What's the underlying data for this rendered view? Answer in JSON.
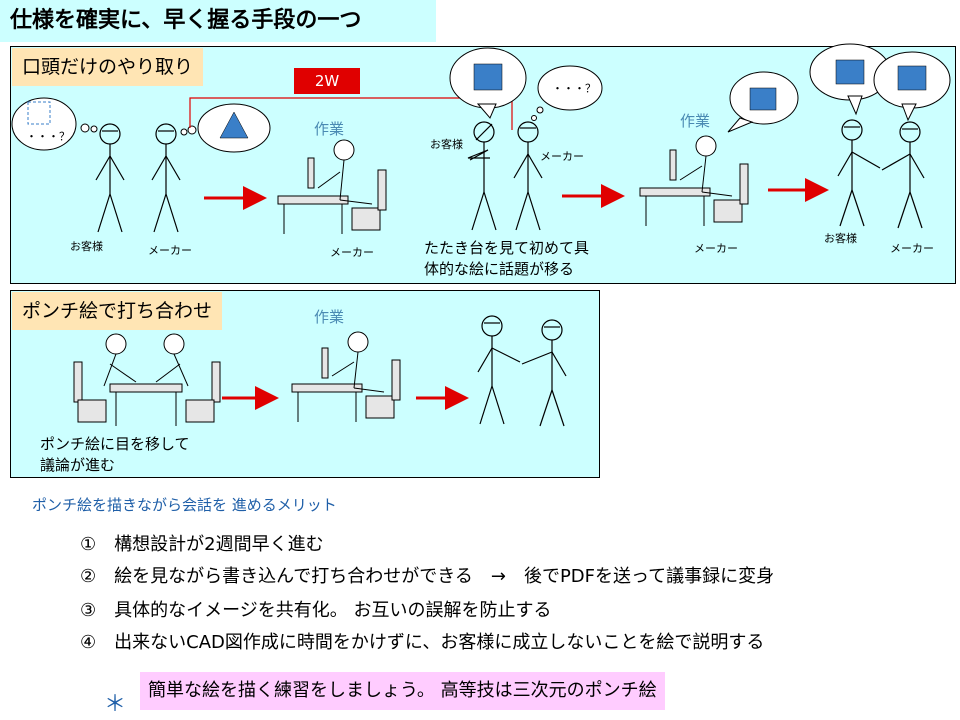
{
  "title": "仕様を確実に、早く握る手段の一つ",
  "panel1": {
    "header": "口頭だけのやり取り",
    "tag": "2W",
    "customer_label_1": "お客様",
    "maker_label_1": "メーカー",
    "speech_dots_1": "・・・？",
    "work_label_1": "作業",
    "maker_label_2": "メーカー",
    "customer_label_2": "お客様",
    "maker_label_3": "メーカー",
    "speech_dots_2": "・・・？",
    "caption_line1": "たたき台を見て初めて具",
    "caption_line2": "体的な絵に話題が移る",
    "work_label_2": "作業",
    "maker_label_4": "メーカー",
    "customer_label_3": "お客様",
    "maker_label_5": "メーカー"
  },
  "panel2": {
    "header": "ポンチ絵で打ち合わせ",
    "work_label": "作業",
    "caption_line1": "ポンチ絵に目を移して",
    "caption_line2": "議論が進む"
  },
  "merits": {
    "title": "ポンチ絵を描きながら会話を 進めるメリット",
    "items": [
      "①　構想設計が2週間早く進む",
      "②　絵を見ながら書き込んで打ち合わせができる　→　後でPDFを送って議事録に変身",
      "③　具体的なイメージを共有化。 お互いの誤解を防止する",
      "④　出来ないCAD図作成に時間をかけずに、お客様に成立しないことを絵で説明する"
    ]
  },
  "note": {
    "star": "＊",
    "text": "簡単な絵を描く練習をしましょう。 高等技は三次元のポンチ絵"
  },
  "colors": {
    "panel_bg": "#ccffff",
    "header_bg": "#ffe5b4",
    "arrow": "#e00000",
    "square_fill": "#3a7fc8",
    "note_bg": "#ffccff",
    "work_text": "#4a8ab3"
  }
}
